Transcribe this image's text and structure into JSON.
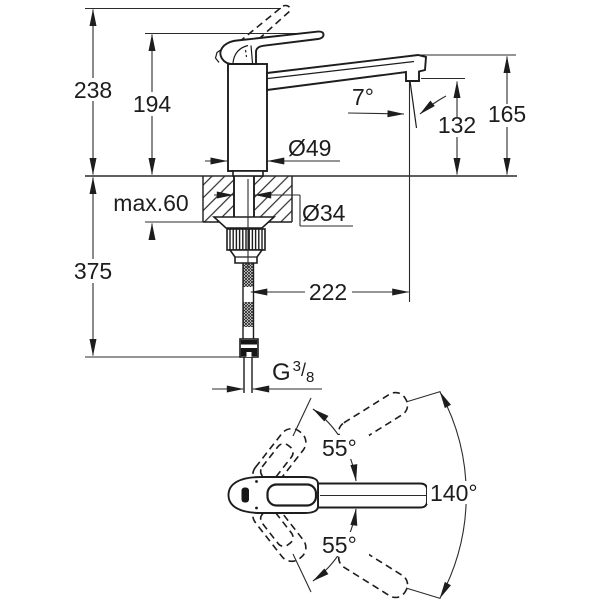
{
  "drawing": {
    "kind": "faucet-installation-dimension-diagram",
    "colors": {
      "line": "#1d1d1d",
      "background": "#ffffff"
    },
    "labels": {
      "height_total": "238",
      "height_body": "194",
      "height_spout_top": "165",
      "height_outlet": "132",
      "spray_angle": "7°",
      "body_diameter": "Ø49",
      "hole_diameter": "Ø34",
      "max_counter_thickness": "max.60",
      "height_below_counter": "375",
      "spout_projection": "222",
      "thread_g": "G",
      "thread_numerator": "3",
      "thread_slash": "/",
      "thread_denominator": "8",
      "swivel_upper": "55°",
      "swivel_lower": "55°",
      "swivel_total": "140°"
    }
  }
}
